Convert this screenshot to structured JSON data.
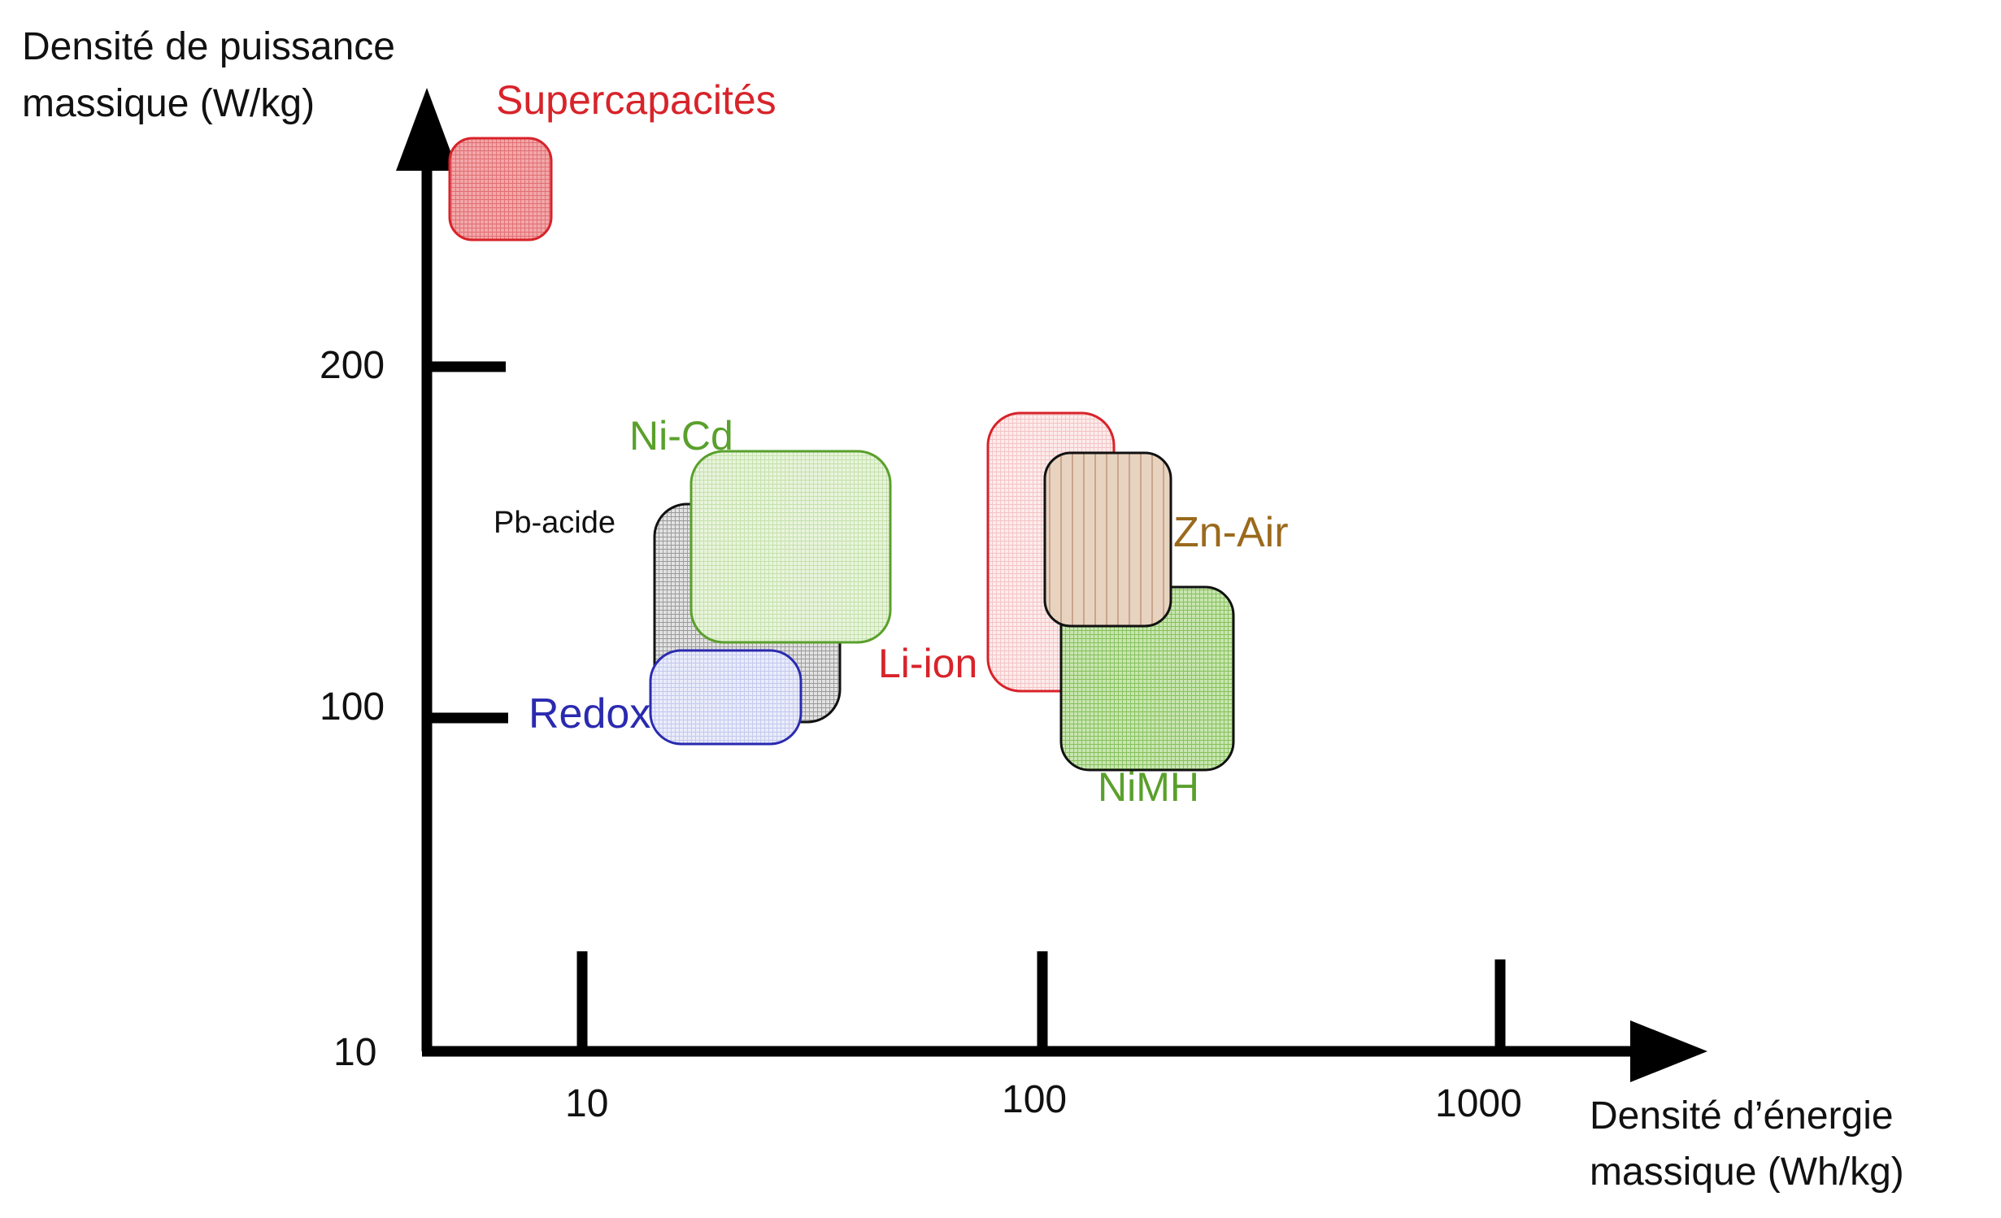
{
  "chart_data": {
    "type": "scatter",
    "xlabel_lines": [
      "Densité d’énergie",
      "massique (Wh/kg)"
    ],
    "ylabel_lines": [
      "Densité de puissance",
      "massique (W/kg)"
    ],
    "x_scale": "log",
    "x_ticks": [
      "10",
      "100",
      "1000"
    ],
    "y_ticks": [
      "10",
      "100",
      "200"
    ],
    "grid": false,
    "legend": "none",
    "regions": [
      {
        "name": "Supercapacités",
        "color": "#d8232a",
        "fill": "#f0a0a2"
      },
      {
        "name": "Pb-acide",
        "color": "#111111",
        "fill": "#d4d4d4"
      },
      {
        "name": "Ni-Cd",
        "color": "#5aa02c",
        "fill": "#e2f1d4"
      },
      {
        "name": "Redox",
        "color": "#2a2ab0",
        "fill": "#e3e6f8"
      },
      {
        "name": "Li-ion",
        "color": "#d8232a",
        "fill": "#fbe1e2"
      },
      {
        "name": "NiMH",
        "color": "#5aa02c",
        "fill": "#b9dd9f"
      },
      {
        "name": "Zn-Air",
        "color": "#9a6a1c",
        "fill": "#e6d1bd"
      }
    ]
  }
}
